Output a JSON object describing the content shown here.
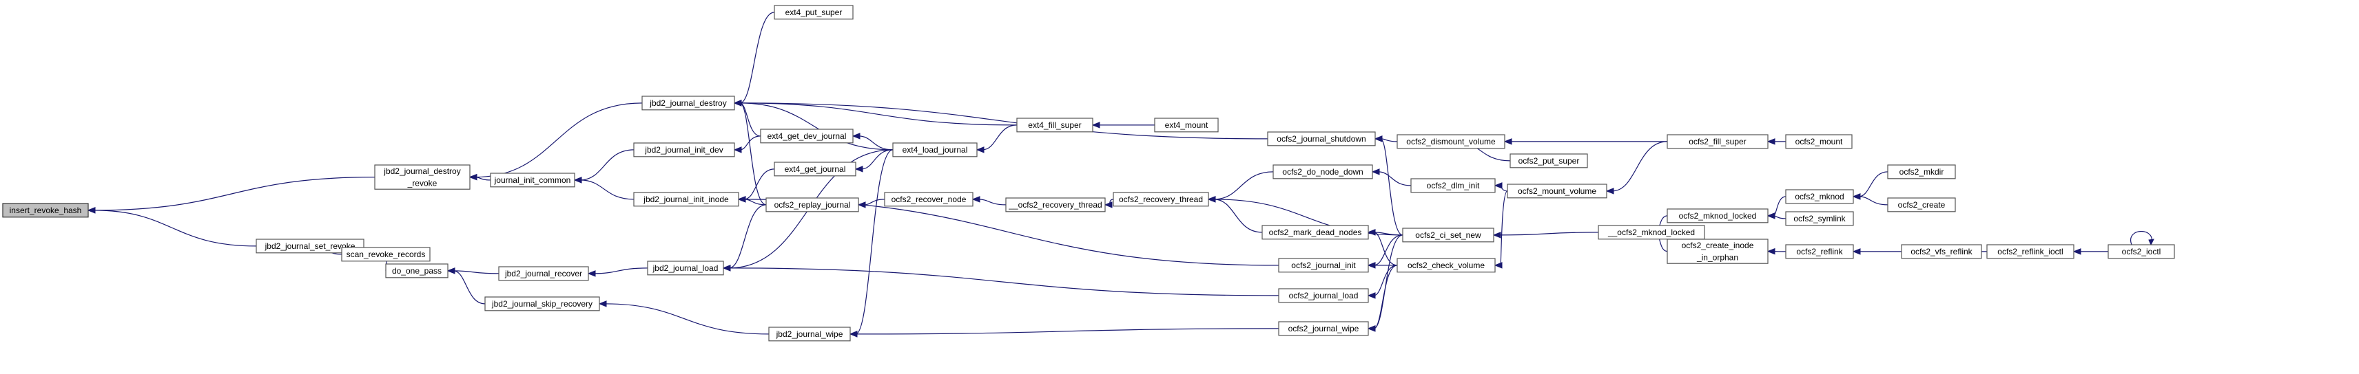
{
  "graph": {
    "nodes": [
      {
        "id": "n1",
        "lines": [
          "insert_revoke_hash"
        ],
        "root": true
      },
      {
        "id": "n2",
        "lines": [
          "jbd2_journal_destroy",
          "_revoke"
        ]
      },
      {
        "id": "n3",
        "lines": [
          "jbd2_journal_set_revoke"
        ]
      },
      {
        "id": "n4",
        "lines": [
          "journal_init_common"
        ]
      },
      {
        "id": "n5",
        "lines": [
          "scan_revoke_records"
        ]
      },
      {
        "id": "n6",
        "lines": [
          "jbd2_journal_destroy"
        ]
      },
      {
        "id": "n7",
        "lines": [
          "jbd2_journal_init_dev"
        ]
      },
      {
        "id": "n8",
        "lines": [
          "jbd2_journal_init_inode"
        ]
      },
      {
        "id": "n9",
        "lines": [
          "do_one_pass"
        ]
      },
      {
        "id": "n10",
        "lines": [
          "jbd2_journal_recover"
        ]
      },
      {
        "id": "n11",
        "lines": [
          "jbd2_journal_skip_recovery"
        ]
      },
      {
        "id": "n12",
        "lines": [
          "jbd2_journal_load"
        ]
      },
      {
        "id": "n13",
        "lines": [
          "jbd2_journal_wipe"
        ]
      },
      {
        "id": "n14",
        "lines": [
          "ext4_put_super"
        ]
      },
      {
        "id": "n15",
        "lines": [
          "ext4_get_dev_journal"
        ]
      },
      {
        "id": "n16",
        "lines": [
          "ext4_get_journal"
        ]
      },
      {
        "id": "n17",
        "lines": [
          "ocfs2_replay_journal"
        ]
      },
      {
        "id": "n18",
        "lines": [
          "ext4_load_journal"
        ]
      },
      {
        "id": "n19",
        "lines": [
          "ocfs2_recover_node"
        ]
      },
      {
        "id": "n20",
        "lines": [
          "ext4_fill_super"
        ]
      },
      {
        "id": "n21",
        "lines": [
          "ext4_mount"
        ]
      },
      {
        "id": "n22",
        "lines": [
          "__ocfs2_recovery_thread"
        ]
      },
      {
        "id": "n23",
        "lines": [
          "ocfs2_recovery_thread"
        ]
      },
      {
        "id": "n24",
        "lines": [
          "ocfs2_journal_shutdown"
        ]
      },
      {
        "id": "n25",
        "lines": [
          "ocfs2_do_node_down"
        ]
      },
      {
        "id": "n26",
        "lines": [
          "ocfs2_mark_dead_nodes"
        ]
      },
      {
        "id": "n27",
        "lines": [
          "ocfs2_journal_init"
        ]
      },
      {
        "id": "n28",
        "lines": [
          "ocfs2_journal_load"
        ]
      },
      {
        "id": "n29",
        "lines": [
          "ocfs2_journal_wipe"
        ]
      },
      {
        "id": "n30",
        "lines": [
          "ocfs2_dismount_volume"
        ]
      },
      {
        "id": "n31",
        "lines": [
          "ocfs2_dlm_init"
        ]
      },
      {
        "id": "n32",
        "lines": [
          "ocfs2_ci_set_new"
        ]
      },
      {
        "id": "n33",
        "lines": [
          "ocfs2_check_volume"
        ]
      },
      {
        "id": "n34",
        "lines": [
          "ocfs2_put_super"
        ]
      },
      {
        "id": "n35",
        "lines": [
          "ocfs2_mount_volume"
        ]
      },
      {
        "id": "n36",
        "lines": [
          "__ocfs2_mknod_locked"
        ]
      },
      {
        "id": "n37",
        "lines": [
          "ocfs2_fill_super"
        ]
      },
      {
        "id": "n38",
        "lines": [
          "ocfs2_mount"
        ]
      },
      {
        "id": "n39",
        "lines": [
          "ocfs2_mknod_locked"
        ]
      },
      {
        "id": "n40",
        "lines": [
          "ocfs2_create_inode",
          "_in_orphan"
        ]
      },
      {
        "id": "n41",
        "lines": [
          "ocfs2_mknod"
        ]
      },
      {
        "id": "n42",
        "lines": [
          "ocfs2_symlink"
        ]
      },
      {
        "id": "n43",
        "lines": [
          "ocfs2_reflink"
        ]
      },
      {
        "id": "n44",
        "lines": [
          "ocfs2_mkdir"
        ]
      },
      {
        "id": "n45",
        "lines": [
          "ocfs2_create"
        ]
      },
      {
        "id": "n46",
        "lines": [
          "ocfs2_vfs_reflink"
        ]
      },
      {
        "id": "n47",
        "lines": [
          "ocfs2_reflink_ioctl"
        ]
      },
      {
        "id": "n48",
        "lines": [
          "ocfs2_ioctl"
        ]
      }
    ],
    "edges": [
      [
        "n2",
        "n1"
      ],
      [
        "n3",
        "n1"
      ],
      [
        "n4",
        "n2"
      ],
      [
        "n6",
        "n2"
      ],
      [
        "n5",
        "n3"
      ],
      [
        "n9",
        "n5"
      ],
      [
        "n7",
        "n4"
      ],
      [
        "n8",
        "n4"
      ],
      [
        "n10",
        "n9"
      ],
      [
        "n11",
        "n9"
      ],
      [
        "n12",
        "n10"
      ],
      [
        "n13",
        "n11"
      ],
      [
        "n14",
        "n6"
      ],
      [
        "n15",
        "n6"
      ],
      [
        "n17",
        "n6"
      ],
      [
        "n18",
        "n6"
      ],
      [
        "n20",
        "n6"
      ],
      [
        "n24",
        "n6"
      ],
      [
        "n15",
        "n7"
      ],
      [
        "n16",
        "n8"
      ],
      [
        "n17",
        "n8"
      ],
      [
        "n27",
        "n8"
      ],
      [
        "n17",
        "n12"
      ],
      [
        "n18",
        "n12"
      ],
      [
        "n28",
        "n12"
      ],
      [
        "n18",
        "n13"
      ],
      [
        "n29",
        "n13"
      ],
      [
        "n18",
        "n15"
      ],
      [
        "n18",
        "n16"
      ],
      [
        "n20",
        "n18"
      ],
      [
        "n21",
        "n20"
      ],
      [
        "n19",
        "n17"
      ],
      [
        "n22",
        "n19"
      ],
      [
        "n23",
        "n22"
      ],
      [
        "n25",
        "n23"
      ],
      [
        "n26",
        "n23"
      ],
      [
        "n32",
        "n23"
      ],
      [
        "n31",
        "n25"
      ],
      [
        "n32",
        "n26"
      ],
      [
        "n30",
        "n24"
      ],
      [
        "n32",
        "n24"
      ],
      [
        "n32",
        "n27"
      ],
      [
        "n33",
        "n28"
      ],
      [
        "n33",
        "n29"
      ],
      [
        "n32",
        "n29"
      ],
      [
        "n33",
        "n26"
      ],
      [
        "n33",
        "n27"
      ],
      [
        "n34",
        "n30"
      ],
      [
        "n37",
        "n30"
      ],
      [
        "n35",
        "n31"
      ],
      [
        "n35",
        "n33"
      ],
      [
        "n36",
        "n32"
      ],
      [
        "n37",
        "n35"
      ],
      [
        "n38",
        "n37"
      ],
      [
        "n39",
        "n36"
      ],
      [
        "n40",
        "n36"
      ],
      [
        "n41",
        "n39"
      ],
      [
        "n42",
        "n39"
      ],
      [
        "n43",
        "n40"
      ],
      [
        "n44",
        "n41"
      ],
      [
        "n45",
        "n41"
      ],
      [
        "n46",
        "n43"
      ],
      [
        "n47",
        "n46"
      ],
      [
        "n48",
        "n47"
      ],
      [
        "n48",
        "n48"
      ]
    ]
  }
}
